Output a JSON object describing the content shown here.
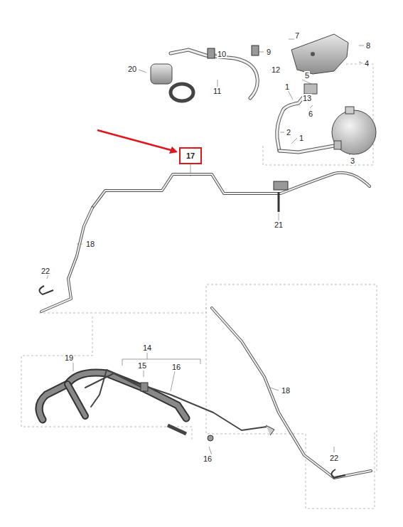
{
  "diagram": {
    "nodes": [
      {
        "text": [
          "17"
        ]
      }
    ],
    "labels": [
      "7",
      "8",
      "10",
      "9",
      "20",
      "4",
      "12",
      "5",
      "13",
      "1",
      "11",
      "2",
      "1",
      "6",
      "3",
      "21",
      "18",
      "22",
      "14",
      "19",
      "15",
      "16",
      "18",
      "16",
      "22"
    ]
  }
}
